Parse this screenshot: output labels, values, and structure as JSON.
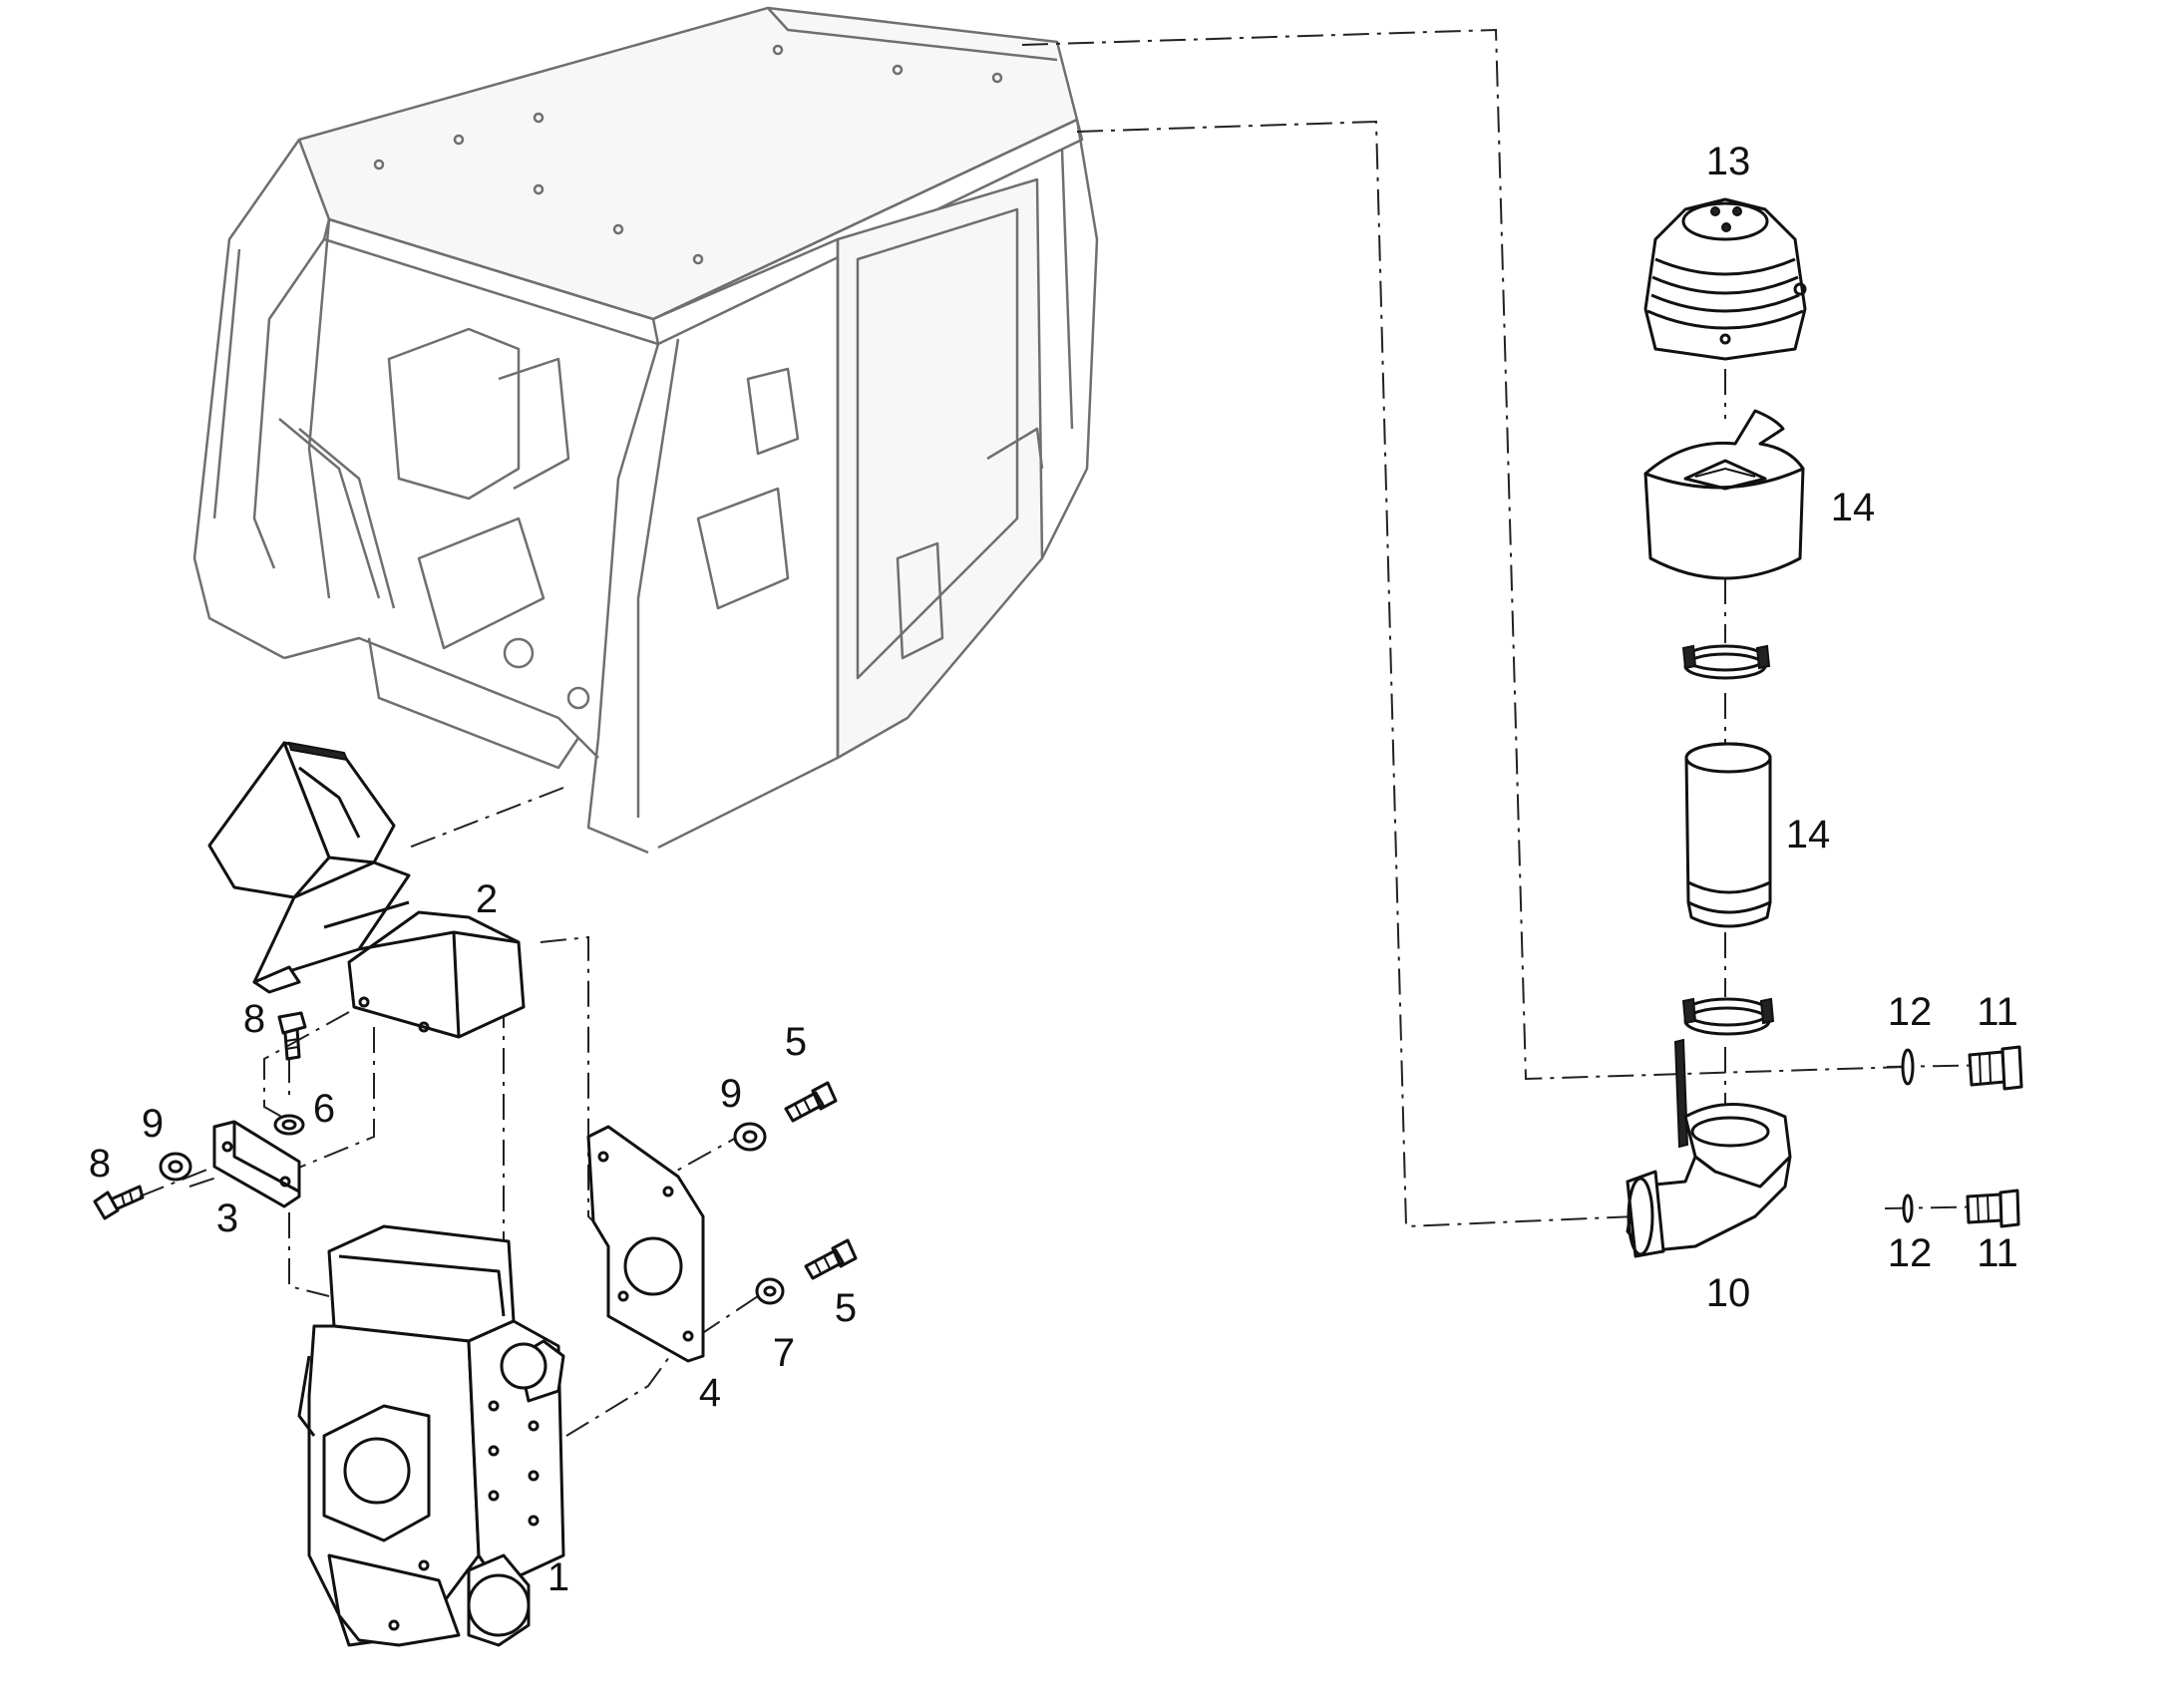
{
  "callouts": {
    "c1": "1",
    "c2": "2",
    "c3": "3",
    "c4": "4",
    "c5a": "5",
    "c5b": "5",
    "c6": "6",
    "c7": "7",
    "c8a": "8",
    "c8b": "8",
    "c9a": "9",
    "c9b": "9",
    "c10": "10",
    "c11a": "11",
    "c11b": "11",
    "c12a": "12",
    "c12b": "12",
    "c13": "13",
    "c14a": "14",
    "c14b": "14"
  }
}
